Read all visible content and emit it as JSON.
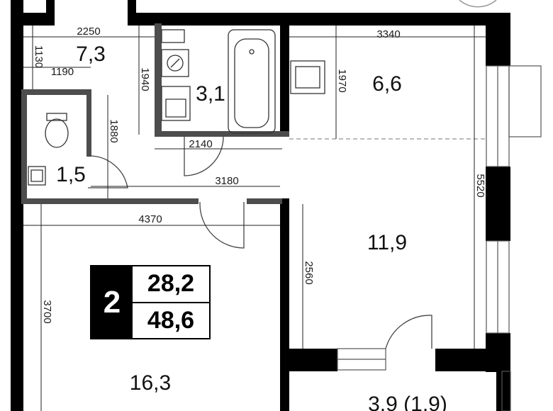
{
  "plan": {
    "rooms_count": "2",
    "living_area": "28,2",
    "total_area": "48,6",
    "room_areas": {
      "hall": "7,3",
      "bathroom": "3,1",
      "toilet": "1,5",
      "kitchen": "6,6",
      "living_room": "11,9",
      "bedroom": "16,3",
      "balcony": "3,9 (1,9)"
    },
    "dimensions": {
      "hall_width": "2250",
      "hall_depth_small": "1130",
      "toilet_width": "1190",
      "bath_height": "1940",
      "kitchen_width": "3340",
      "kitchen_depth": "1970",
      "toilet_depth": "1880",
      "bath_width": "2140",
      "corridor_width": "3180",
      "right_depth": "5520",
      "bedroom_width": "4370",
      "living_depth": "2560",
      "bedroom_depth": "3700"
    }
  }
}
